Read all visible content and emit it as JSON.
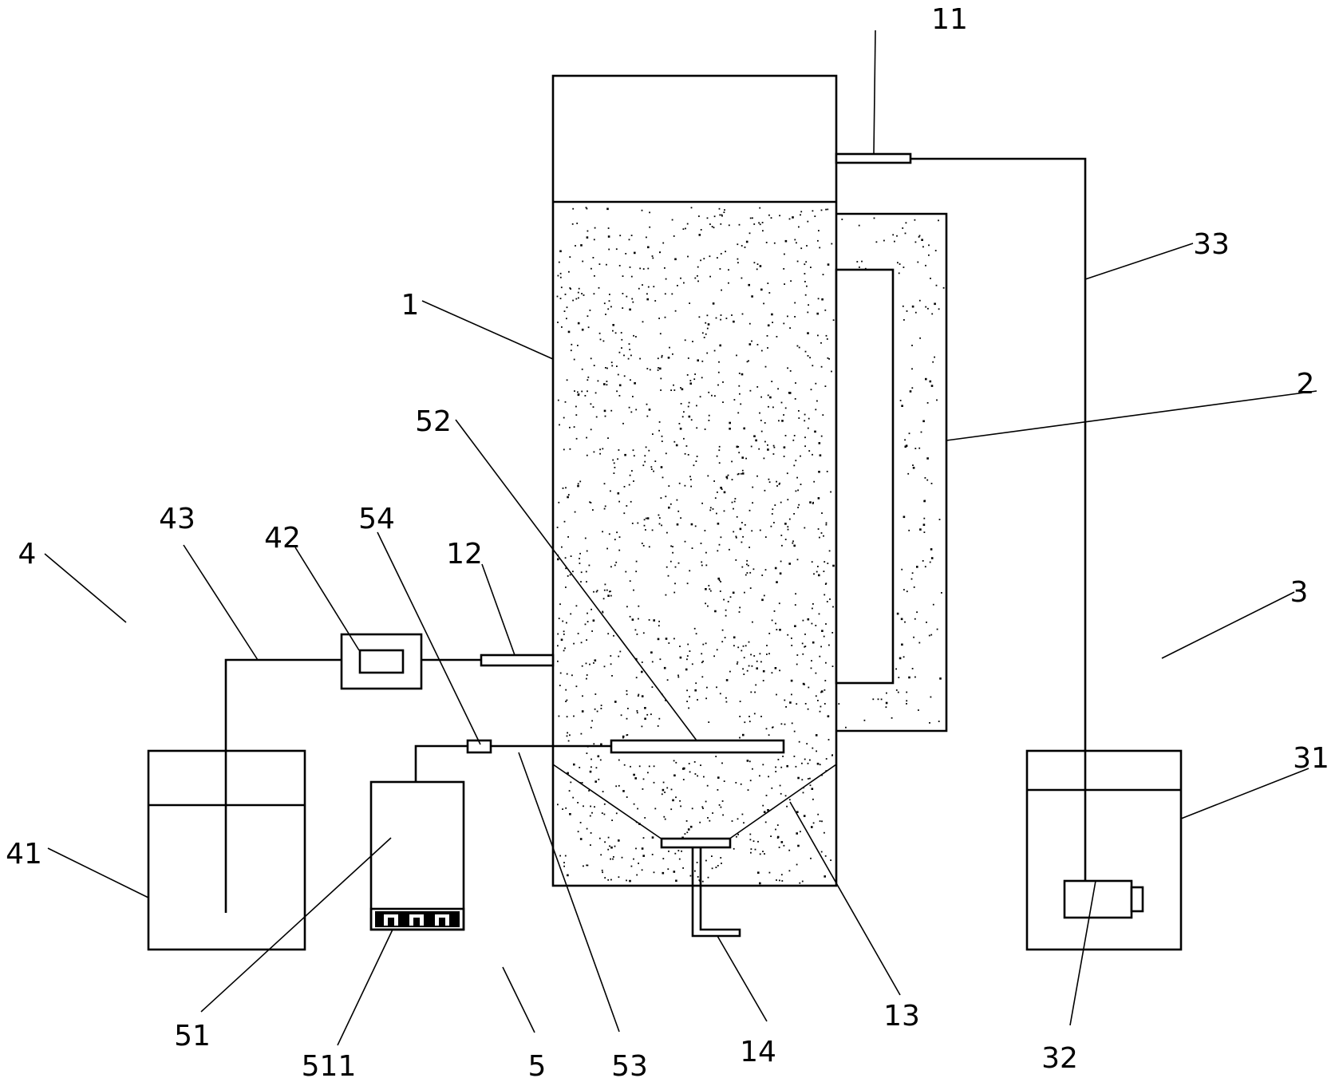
{
  "labels": {
    "l1": "1",
    "l2": "2",
    "l3": "3",
    "l4": "4",
    "l5": "5",
    "l11": "11",
    "l12": "12",
    "l13": "13",
    "l14": "14",
    "l31": "31",
    "l32": "32",
    "l33": "33",
    "l41": "41",
    "l42": "42",
    "l43": "43",
    "l51": "51",
    "l511": "511",
    "l52": "52",
    "l53": "53",
    "l54": "54"
  },
  "colors": {
    "line": "#000000",
    "background": "#ffffff"
  }
}
